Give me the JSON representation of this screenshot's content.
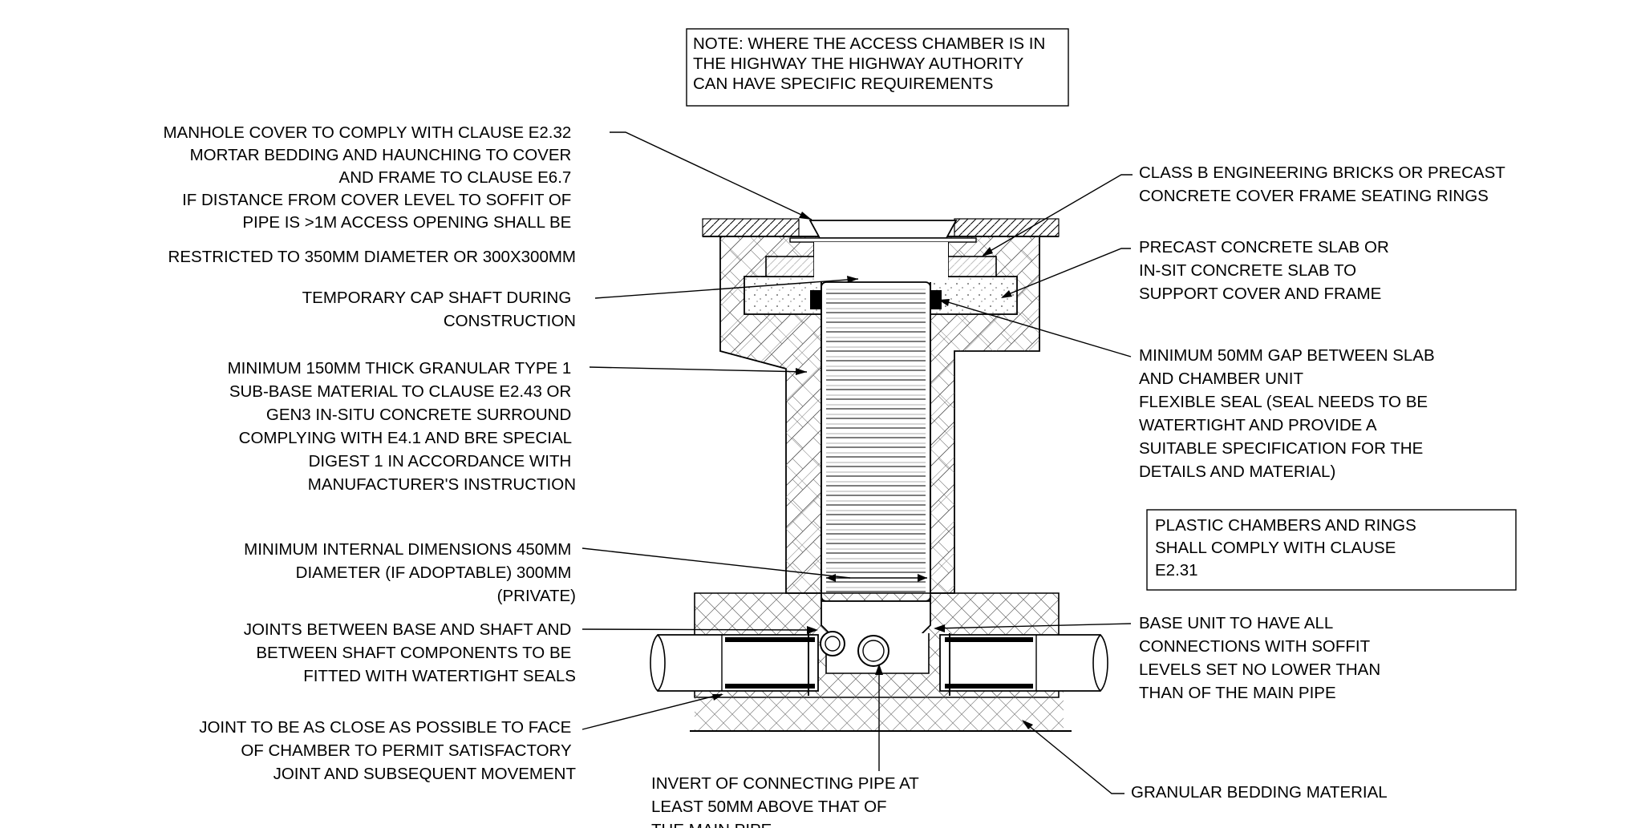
{
  "notes": {
    "highway_note": [
      "NOTE: WHERE THE ACCESS CHAMBER IS IN",
      "THE HIGHWAY THE HIGHWAY AUTHORITY",
      "CAN HAVE SPECIFIC REQUIREMENTS"
    ],
    "plastic_note": [
      "PLASTIC CHAMBERS AND RINGS",
      "SHALL COMPLY WITH CLAUSE",
      "E2.31"
    ]
  },
  "left_labels": {
    "manhole_cover": [
      "MANHOLE COVER TO COMPLY WITH CLAUSE E2.32",
      "MORTAR BEDDING AND HAUNCHING TO COVER",
      "AND FRAME TO CLAUSE E6.7",
      "IF DISTANCE FROM COVER LEVEL TO SOFFIT OF",
      "PIPE IS >1M ACCESS OPENING SHALL BE",
      "RESTRICTED TO 350MM DIAMETER OR 300X300MM"
    ],
    "temporary_cap": [
      "TEMPORARY CAP SHAFT DURING",
      "CONSTRUCTION"
    ],
    "granular_surround": [
      "MINIMUM 150MM THICK GRANULAR TYPE 1",
      "SUB-BASE MATERIAL TO CLAUSE E2.43 OR",
      "GEN3 IN-SITU CONCRETE SURROUND",
      "COMPLYING WITH E4.1 AND BRE SPECIAL",
      "DIGEST 1 IN ACCORDANCE WITH",
      "MANUFACTURER'S INSTRUCTION"
    ],
    "internal_dimensions": [
      "MINIMUM INTERNAL DIMENSIONS 450MM",
      "DIAMETER (IF ADOPTABLE) 300MM",
      "(PRIVATE)"
    ],
    "joints_seals": [
      "JOINTS BETWEEN BASE AND SHAFT AND",
      "BETWEEN SHAFT COMPONENTS TO BE",
      "FITTED WITH WATERTIGHT SEALS"
    ],
    "joint_close": [
      "JOINT TO BE AS CLOSE AS POSSIBLE TO FACE",
      "OF CHAMBER TO PERMIT SATISFACTORY",
      "JOINT AND SUBSEQUENT MOVEMENT"
    ]
  },
  "right_labels": {
    "class_b_bricks": [
      "CLASS B ENGINEERING BRICKS OR PRECAST",
      "CONCRETE COVER FRAME SEATING RINGS"
    ],
    "precast_slab": [
      "PRECAST CONCRETE SLAB OR",
      "IN-SIT CONCRETE SLAB TO",
      "SUPPORT COVER AND FRAME"
    ],
    "min_gap": [
      "MINIMUM 50MM GAP BETWEEN SLAB",
      "AND CHAMBER UNIT",
      "FLEXIBLE SEAL (SEAL NEEDS TO BE",
      "WATERTIGHT AND PROVIDE A",
      "SUITABLE SPECIFICATION FOR THE",
      "DETAILS AND MATERIAL)"
    ],
    "base_unit": [
      "BASE UNIT TO HAVE ALL",
      "CONNECTIONS WITH SOFFIT",
      "LEVELS SET NO LOWER THAN",
      "THAN OF THE MAIN PIPE"
    ],
    "granular_bedding": [
      "GRANULAR BEDDING MATERIAL"
    ]
  },
  "bottom_labels": {
    "invert": [
      "INVERT OF CONNECTING PIPE AT",
      "LEAST 50MM ABOVE THAT OF",
      "THE MAIN PIPE"
    ]
  }
}
